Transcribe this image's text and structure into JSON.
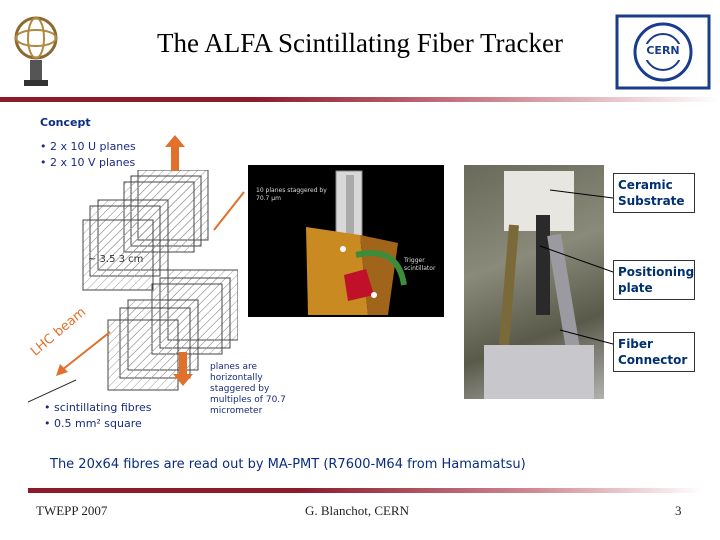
{
  "slide": {
    "title": "The ALFA Scintillating Fiber Tracker",
    "page_number": "3",
    "colors": {
      "title_rule": "#8b1a2b",
      "footer_rule": "#8b1a2b",
      "text_blue": "#0a2d80",
      "accent_orange": "#e0702a"
    }
  },
  "logos": {
    "right": "CERN"
  },
  "concept": {
    "heading": "Concept",
    "bullets_top": [
      "• 2 x 10 U planes",
      "• 2 x 10 V planes"
    ],
    "bullets_bottom": [
      "• scintillating fibres",
      "• 0.5 mm² square"
    ],
    "dimension_label": "~ 3.5 3 cm",
    "beam_label": "LHC beam",
    "stagger_note": "planes are horizontally staggered by multiples of 70.7 micrometer"
  },
  "render": {
    "label_top": "10 planes staggered by 70.7 µm",
    "label_right": "Trigger scintillator"
  },
  "photo_callouts": [
    "Ceramic Substrate",
    "Positioning plate",
    "Fiber Connector"
  ],
  "caption": "The 20x64 fibres are read out by MA-PMT (R7600-M64 from Hamamatsu)",
  "footer": {
    "left": "TWEPP 2007",
    "center": "G. Blanchot, CERN"
  }
}
